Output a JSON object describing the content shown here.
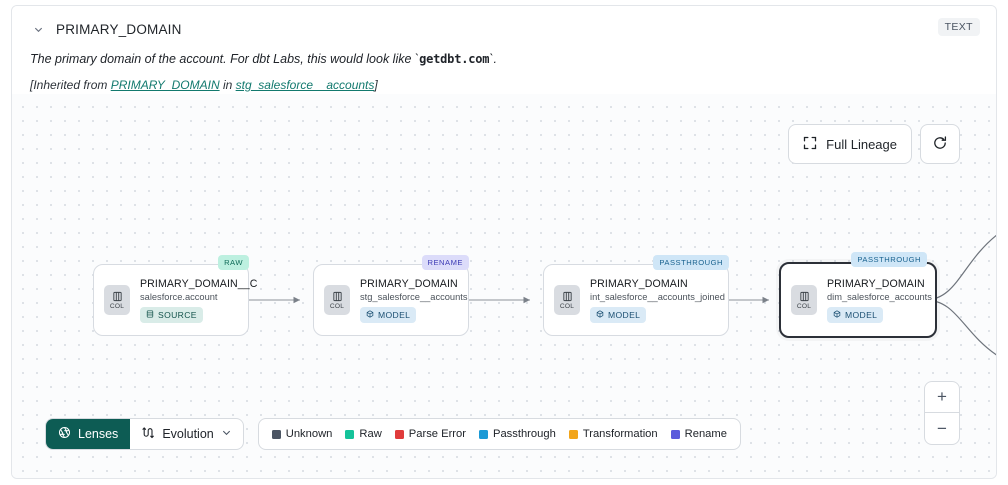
{
  "header": {
    "chevron_icon": "chevron-down-icon",
    "column_name": "PRIMARY_DOMAIN",
    "type_badge": "TEXT",
    "description_prefix": "The primary domain of the account. For dbt Labs, this would look like `",
    "description_code": "getdbt.com",
    "description_suffix": "`.",
    "inherited_prefix": "[Inherited from ",
    "inherited_link_1": "PRIMARY_DOMAIN",
    "inherited_middle": " in ",
    "inherited_link_2": "stg_salesforce__accounts",
    "inherited_suffix": "]"
  },
  "toolbar": {
    "full_lineage_label": "Full Lineage",
    "full_lineage_icon": "expand-icon",
    "refresh_icon": "refresh-icon"
  },
  "zoom_controls": {
    "zoom_in_label": "+",
    "zoom_out_label": "−"
  },
  "graph": {
    "nodes": [
      {
        "tag": "RAW",
        "tag_class": "tag-raw",
        "chip_label": "COL",
        "title": "PRIMARY_DOMAIN__C",
        "subtitle": "salesforce.account",
        "pill_label": "SOURCE",
        "pill_class": "pill-source",
        "pill_icon": "database-icon",
        "selected": false
      },
      {
        "tag": "RENAME",
        "tag_class": "tag-rename",
        "chip_label": "COL",
        "title": "PRIMARY_DOMAIN",
        "subtitle": "stg_salesforce__accounts",
        "pill_label": "MODEL",
        "pill_class": "pill-model",
        "pill_icon": "cube-icon",
        "selected": false
      },
      {
        "tag": "PASSTHROUGH",
        "tag_class": "tag-pass",
        "chip_label": "COL",
        "title": "PRIMARY_DOMAIN",
        "subtitle": "int_salesforce__accounts_joined",
        "pill_label": "MODEL",
        "pill_class": "pill-model",
        "pill_icon": "cube-icon",
        "selected": false
      },
      {
        "tag": "PASSTHROUGH",
        "tag_class": "tag-pass",
        "chip_label": "COL",
        "title": "PRIMARY_DOMAIN",
        "subtitle": "dim_salesforce_accounts",
        "pill_label": "MODEL",
        "pill_class": "pill-model",
        "pill_icon": "cube-icon",
        "selected": true
      }
    ]
  },
  "bottom": {
    "lenses_label": "Lenses",
    "lenses_icon": "aperture-icon",
    "evolution_label": "Evolution",
    "evolution_icon": "evolution-icon",
    "evolution_chevron": "chevron-down-icon",
    "legend": [
      {
        "label": "Unknown",
        "color": "#4b5563"
      },
      {
        "label": "Raw",
        "color": "#15c39a"
      },
      {
        "label": "Parse Error",
        "color": "#e03b3b"
      },
      {
        "label": "Passthrough",
        "color": "#1b9ad6"
      },
      {
        "label": "Transformation",
        "color": "#f2a51a"
      },
      {
        "label": "Rename",
        "color": "#5b5bdc"
      }
    ]
  }
}
